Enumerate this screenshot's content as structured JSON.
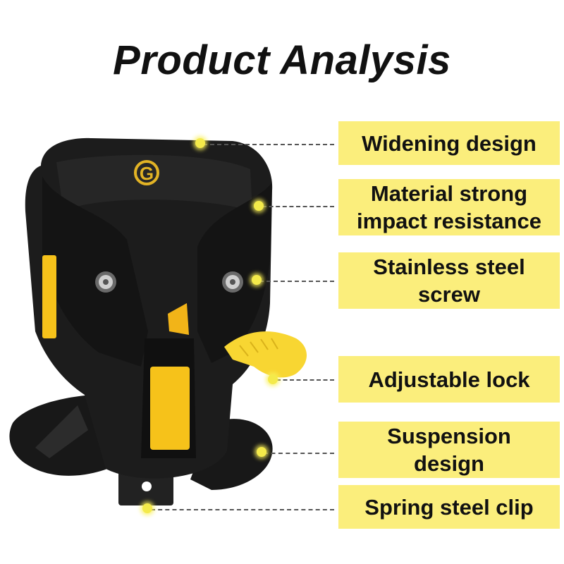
{
  "title": "Product Analysis",
  "logo": "G",
  "colors": {
    "label_bg": "#fbee7c",
    "accent_yellow": "#f6c21a",
    "body": "#1b1b1b"
  },
  "callouts": [
    {
      "label": "Widening design"
    },
    {
      "label": "Material strong impact resistance"
    },
    {
      "label": "Stainless steel screw"
    },
    {
      "label": "Adjustable lock"
    },
    {
      "label": "Suspension design"
    },
    {
      "label": "Spring steel clip"
    }
  ]
}
